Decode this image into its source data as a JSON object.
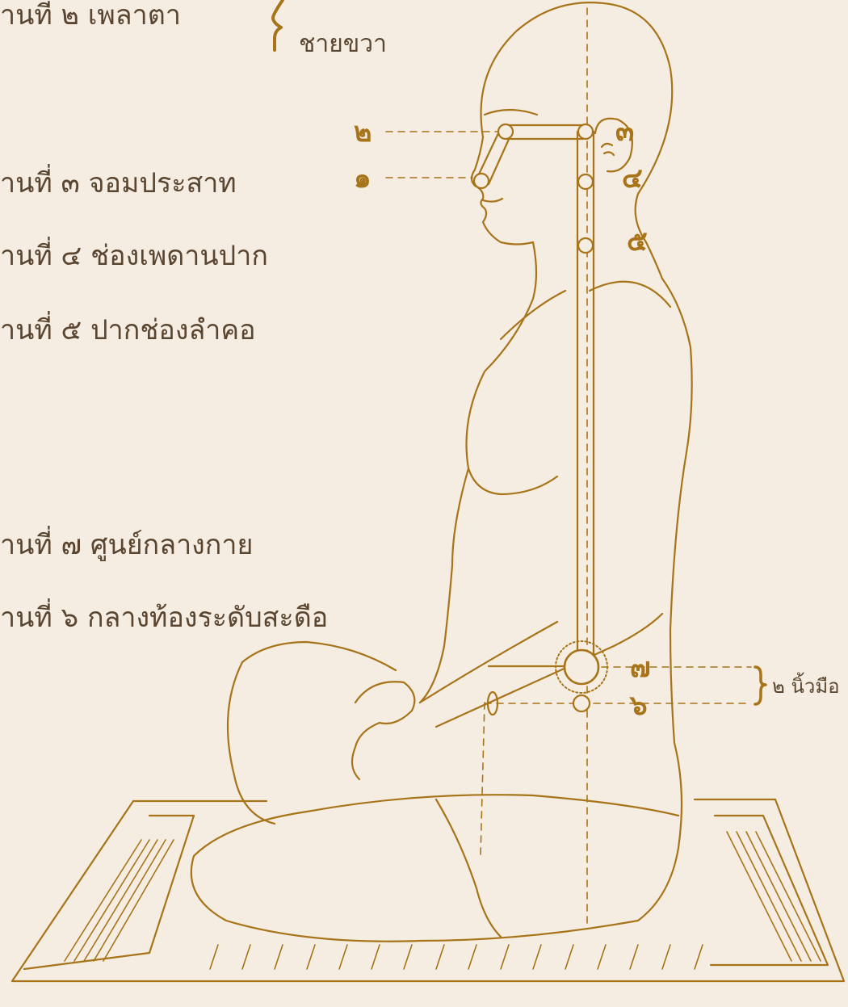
{
  "colors": {
    "background": "#f5ede1",
    "ink": "#a8741a",
    "text": "#5a4630"
  },
  "labels": {
    "base2": "านที่ ๒ เพลาตา",
    "base3": "านที่ ๓ จอมประสาท",
    "base4": "านที่ ๔ ช่องเพดานปาก",
    "base5": "านที่ ๕ ปากช่องลำคอ",
    "base7": "านที่ ๗ ศูนย์กลางกาย",
    "base6": "านที่ ๖ กลางท้องระดับสะดือ"
  },
  "brace_text": "ชายขวา",
  "markers": {
    "m1": "๑",
    "m2": "๒",
    "m3": "๓",
    "m4": "๔",
    "m5": "๕",
    "m6": "๖",
    "m7": "๗"
  },
  "measure_note": "๒ นิ้วมือ"
}
